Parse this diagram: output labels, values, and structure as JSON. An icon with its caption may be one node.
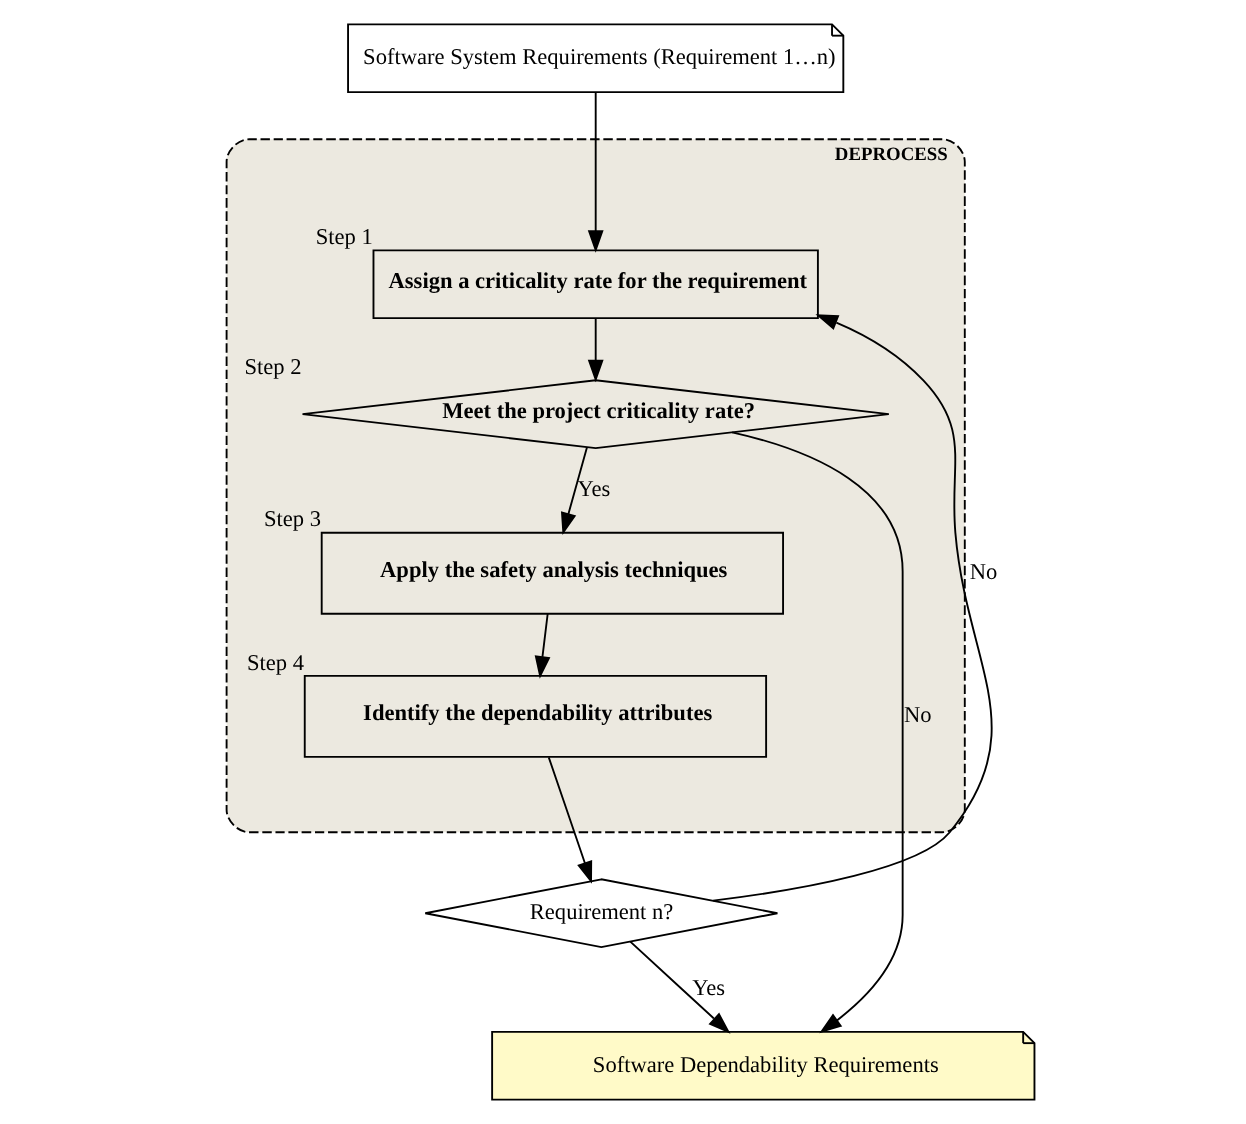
{
  "diagram": {
    "nodes": [
      {
        "text": [
          "Software System Requirements (Requirement 1…n)"
        ]
      },
      {
        "text": [
          "DEPROCESS"
        ]
      },
      {
        "text": [
          "Assign a criticality rate for the requirement"
        ],
        "in": 1,
        "beside": [
          "Step 1"
        ]
      },
      {
        "text": [
          "Meet the project criticality rate?"
        ],
        "in": 1,
        "beside": [
          "Step 2"
        ]
      },
      {
        "text": [
          "Apply the safety analysis techniques"
        ],
        "in": 1,
        "beside": [
          "Step 3"
        ]
      },
      {
        "text": [
          "Identify the dependability attributes"
        ],
        "in": 1,
        "beside": [
          "Step 4"
        ]
      },
      {
        "text": [
          "Requirement n?"
        ]
      },
      {
        "text": [
          "Software Dependability Requirements"
        ]
      }
    ],
    "edges": [
      {
        "from": 0,
        "to": 2,
        "arrow": "to"
      },
      {
        "from": 2,
        "to": 3,
        "arrow": "to"
      },
      {
        "from": 3,
        "to": 4,
        "arrow": "to",
        "label": "Yes"
      },
      {
        "from": 4,
        "to": 5,
        "arrow": "to"
      },
      {
        "from": 5,
        "to": 6,
        "arrow": "to"
      },
      {
        "from": 6,
        "to": 2,
        "arrow": "to",
        "label": "No"
      },
      {
        "from": 6,
        "to": 7,
        "arrow": "to",
        "label": "Yes"
      },
      {
        "from": 3,
        "to": 7,
        "arrow": "to",
        "label": "No"
      }
    ]
  }
}
